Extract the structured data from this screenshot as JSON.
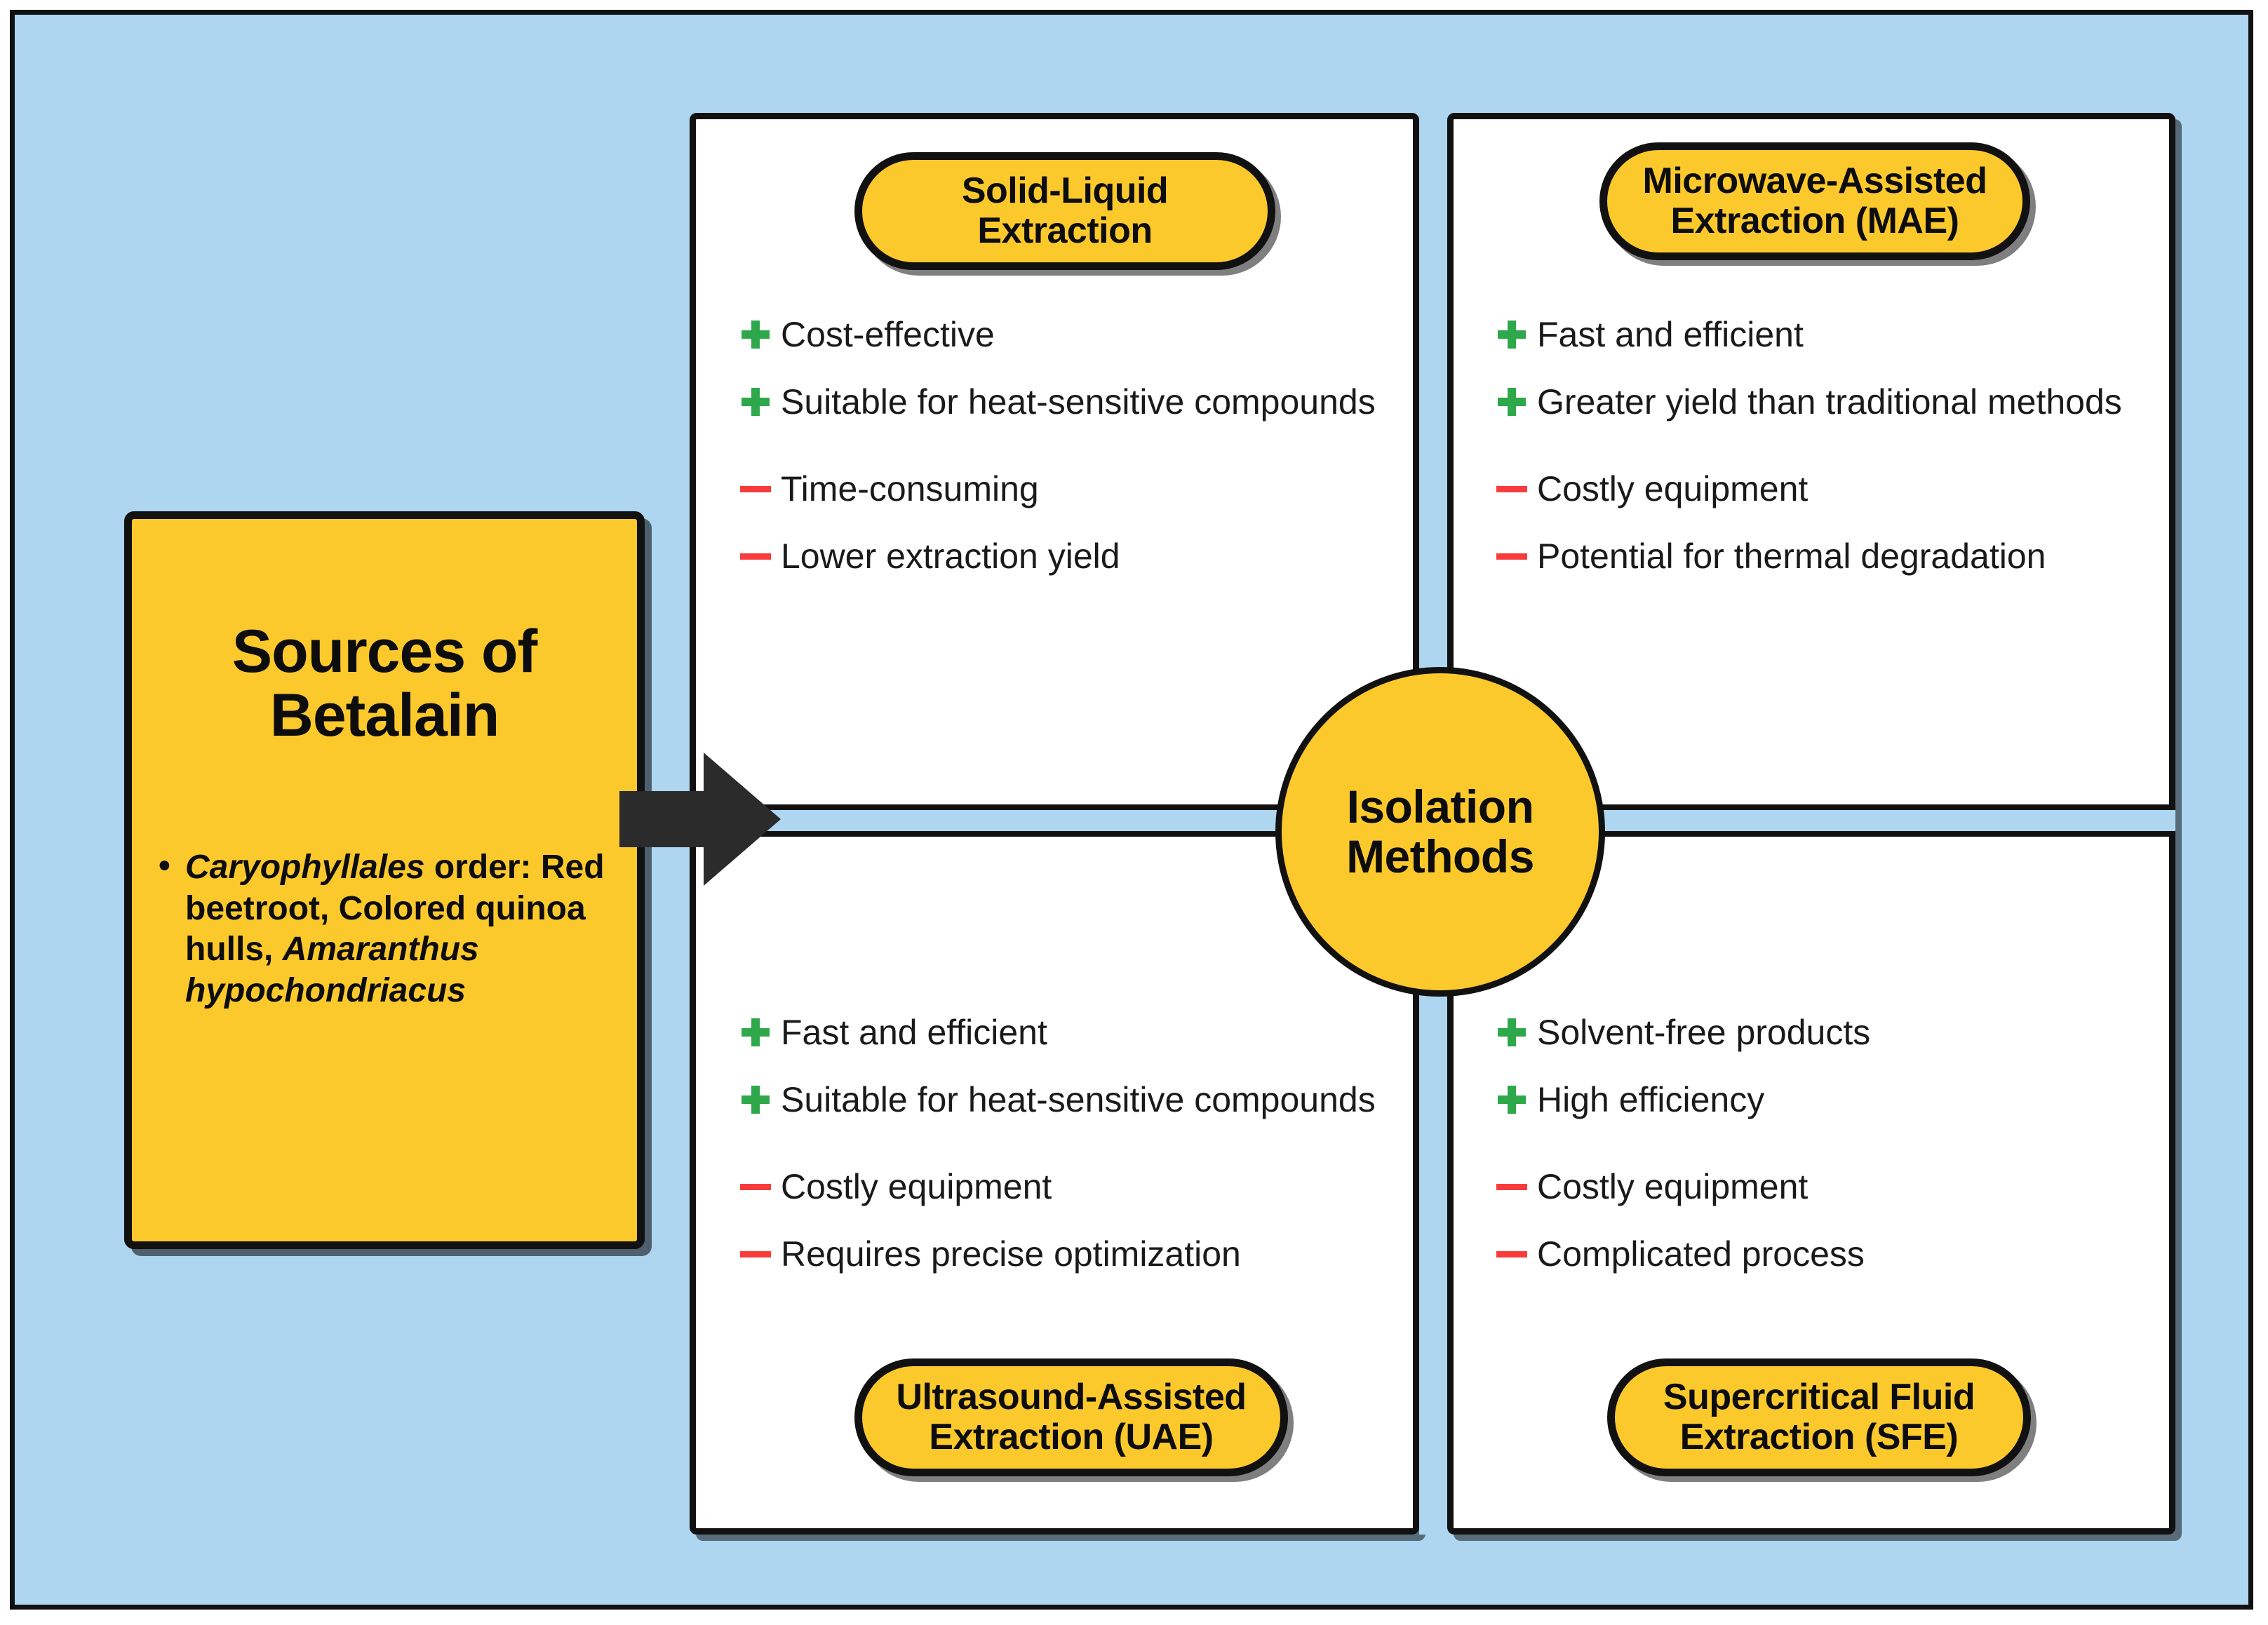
{
  "colors": {
    "background": "#AED6F1",
    "accent_yellow": "#FCC92C",
    "panel_white": "#FFFFFF",
    "outline_black": "#111111",
    "pro_green": "#2EA84B",
    "con_red": "#F93B3B"
  },
  "source": {
    "title_line1": "Sources of",
    "title_line2": "Betalain",
    "bullets": [
      {
        "prefix_italic": "Caryophyllales",
        "text_after": " order: Red beetroot, Colored quinoa hulls, ",
        "suffix_italic": "Amaranthus hypochondriacus"
      }
    ]
  },
  "center": {
    "label_line1": "Isolation",
    "label_line2": "Methods"
  },
  "quadrants": [
    {
      "id": "solid-liquid-extraction",
      "title_line1": "Solid-Liquid",
      "title_line2": "Extraction",
      "title_position": "top",
      "pros": [
        "Cost-effective",
        "Suitable for heat-sensitive compounds"
      ],
      "cons": [
        "Time-consuming",
        "Lower extraction yield"
      ]
    },
    {
      "id": "microwave-assisted-extraction",
      "title_line1": "Microwave-Assisted",
      "title_line2": "Extraction (MAE)",
      "title_position": "top",
      "pros": [
        "Fast and efficient",
        "Greater yield than traditional methods"
      ],
      "cons": [
        "Costly equipment",
        "Potential for thermal degradation"
      ]
    },
    {
      "id": "ultrasound-assisted-extraction",
      "title_line1": "Ultrasound-Assisted",
      "title_line2": "Extraction (UAE)",
      "title_position": "bottom",
      "pros": [
        "Fast and efficient",
        "Suitable for heat-sensitive compounds"
      ],
      "cons": [
        "Costly equipment",
        "Requires precise optimization"
      ]
    },
    {
      "id": "supercritical-fluid-extraction",
      "title_line1": "Supercritical Fluid",
      "title_line2": "Extraction (SFE)",
      "title_position": "bottom",
      "pros": [
        "Solvent-free products",
        "High efficiency"
      ],
      "cons": [
        "Costly equipment",
        "Complicated process"
      ]
    }
  ],
  "icons": {
    "pro": "plus-icon",
    "con": "minus-icon",
    "flow": "arrow-right-icon"
  }
}
